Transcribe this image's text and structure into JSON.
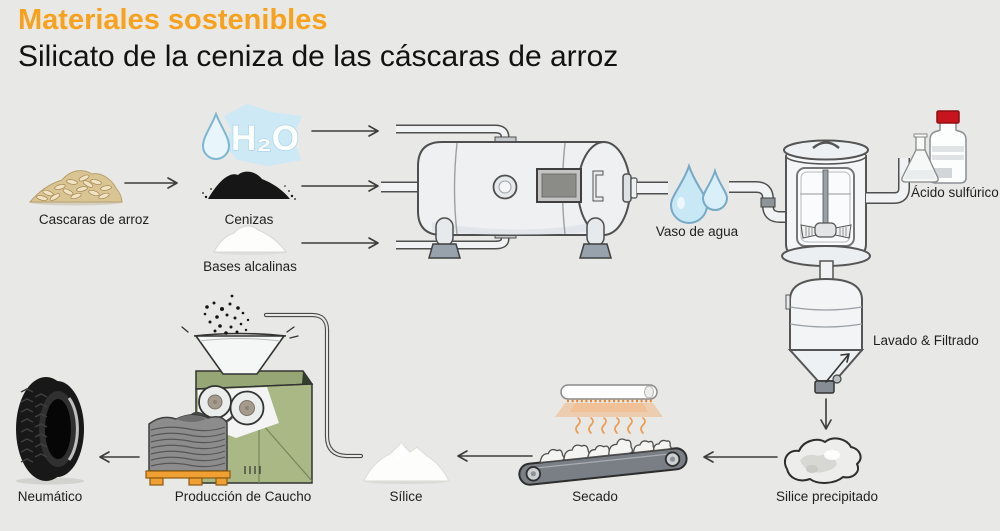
{
  "header": {
    "title": "Materiales sostenibles",
    "subtitle": "Silicato de la ceniza de las cáscaras de arroz"
  },
  "flow": {
    "inputs": {
      "rice_husks": "Cascaras de arroz",
      "water": "H₂O",
      "ashes": "Cenizas",
      "alkaline_bases": "Bases alcalinas"
    },
    "stages": {
      "water_glass": "Vaso de agua",
      "sulfuric_acid": "Ácido sulfúrico",
      "washing_filtering": "Lavado & Filtrado",
      "precipitated_silica": "Silice precipitado",
      "drying": "Secado",
      "silica": "Sílice",
      "rubber_production": "Producción de Caucho",
      "tire": "Neumático"
    }
  },
  "colors": {
    "background": "#e8e8e6",
    "accent_orange": "#f7a11c",
    "text": "#1f1f1f",
    "water_blue": "#cfe9f5",
    "steel_light": "#eef0f2",
    "machine_green": "#a9b884",
    "pallet_orange": "#f0a033",
    "bottle_cap_red": "#c8151d",
    "heat_orange": "#f0953c",
    "rubber_gray": "#8c8c8c"
  }
}
